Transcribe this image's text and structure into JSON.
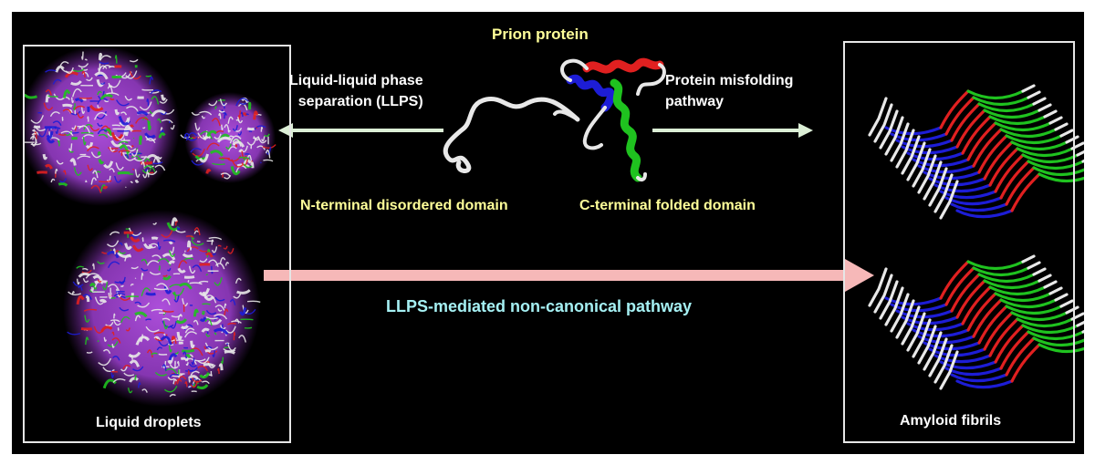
{
  "title": "Prion protein",
  "llps_label_line1": "Liquid-liquid phase",
  "llps_label_line2": "separation (LLPS)",
  "misfolding_label_line1": "Protein misfolding",
  "misfolding_label_line2": "pathway",
  "n_terminal_label": "N-terminal disordered domain",
  "c_terminal_label": "C-terminal folded domain",
  "noncanonical_label": "LLPS-mediated non-canonical pathway",
  "left_panel_label": "Liquid droplets",
  "right_panel_label": "Amyloid fibrils",
  "colors": {
    "background": "#000000",
    "label_white": "#ffffff",
    "label_yellow": "#ffff99",
    "label_cyan": "#a5f0f3",
    "arrow_green": "#dcefd6",
    "arrow_pink": "#f6b8b8",
    "droplet_purple": "#b653e6",
    "helix_red": "#e02020",
    "helix_green": "#1fc21f",
    "helix_blue": "#1d1dd6",
    "coil_white": "#e8e8e8"
  }
}
